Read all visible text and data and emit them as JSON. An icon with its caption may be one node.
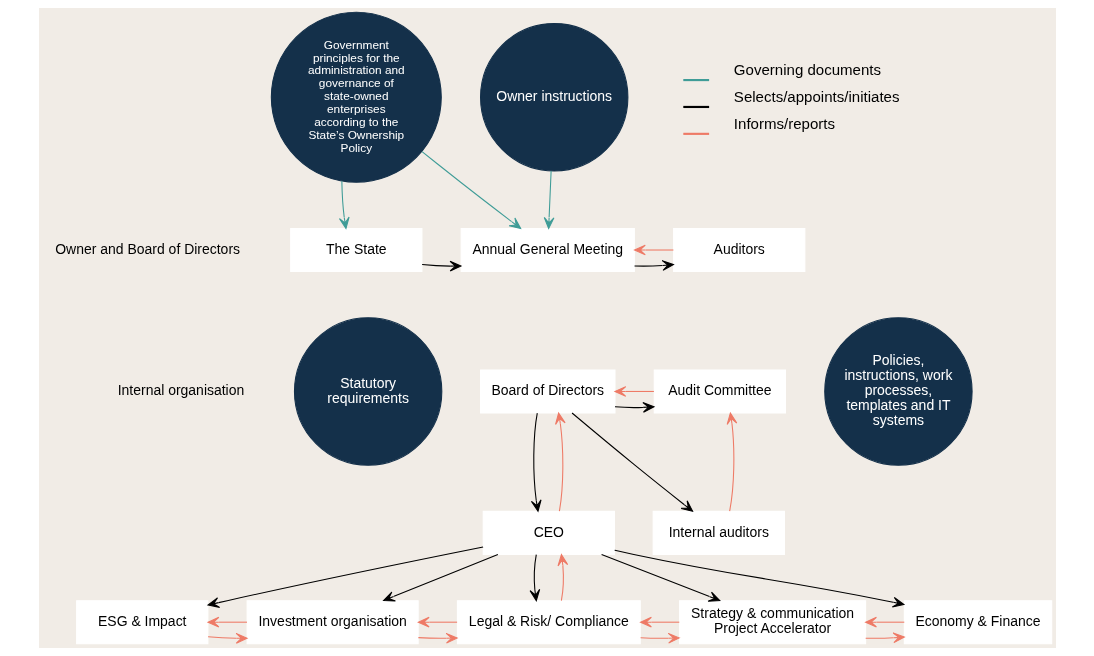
{
  "diagram": {
    "nodes": [
      {
        "text": [
          "Government principles for the administration and governance of state-owned enterprises according to the State’s Ownership Policy"
        ]
      },
      {
        "text": [
          "Owner instructions"
        ]
      },
      {
        "text": [
          "The State"
        ]
      },
      {
        "text": [
          "Annual General Meeting"
        ]
      },
      {
        "text": [
          "Auditors"
        ]
      },
      {
        "text": [
          "Board of Directors"
        ]
      },
      {
        "text": [
          "Audit Committee"
        ]
      },
      {
        "text": [
          "Statutory requirements"
        ]
      },
      {
        "text": [
          "Policies, instructions, work processes, templates and IT systems"
        ]
      },
      {
        "text": [
          "CEO"
        ]
      },
      {
        "text": [
          "Internal auditors"
        ]
      },
      {
        "text": [
          "ESG & Impact"
        ]
      },
      {
        "text": [
          "Investment organisation"
        ]
      },
      {
        "text": [
          "Legal & Risk/ Compliance"
        ]
      },
      {
        "text": [
          "Strategy & communication Project Accelerator"
        ]
      },
      {
        "text": [
          "Economy & Finance"
        ]
      }
    ],
    "edges": [
      {
        "from": 0,
        "to": 2,
        "arrow": "to",
        "color": "#3f9c97"
      },
      {
        "from": 0,
        "to": 3,
        "arrow": "to",
        "color": "#3f9c97"
      },
      {
        "from": 1,
        "to": 3,
        "arrow": "to",
        "color": "#3f9c97"
      },
      {
        "from": 2,
        "to": 3,
        "arrow": "to",
        "color": "#000000"
      },
      {
        "from": 3,
        "to": 4,
        "arrow": "to",
        "color": "#000000"
      },
      {
        "from": 4,
        "to": 3,
        "arrow": "to"
      },
      {
        "from": 5,
        "to": 6,
        "arrow": "to",
        "color": "#000000"
      },
      {
        "from": 6,
        "to": 5,
        "arrow": "to"
      },
      {
        "from": 5,
        "to": 9,
        "arrow": "to",
        "color": "#000000"
      },
      {
        "from": 9,
        "to": 5,
        "arrow": "to"
      },
      {
        "from": 5,
        "to": 10,
        "arrow": "to",
        "color": "#000000"
      },
      {
        "from": 10,
        "to": 6,
        "arrow": "to"
      },
      {
        "from": 9,
        "to": 11,
        "arrow": "to",
        "color": "#000000"
      },
      {
        "from": 9,
        "to": 12,
        "arrow": "to",
        "color": "#000000"
      },
      {
        "from": 9,
        "to": 13,
        "arrow": "to",
        "color": "#000000"
      },
      {
        "from": 9,
        "to": 14,
        "arrow": "to",
        "color": "#000000"
      },
      {
        "from": 9,
        "to": 15,
        "arrow": "to",
        "color": "#000000"
      },
      {
        "from": 13,
        "to": 9,
        "arrow": "to"
      },
      {
        "from": 11,
        "to": 12,
        "arrow": "to"
      },
      {
        "from": 12,
        "to": 11,
        "arrow": "to"
      },
      {
        "from": 12,
        "to": 13,
        "arrow": "to"
      },
      {
        "from": 13,
        "to": 12,
        "arrow": "to"
      },
      {
        "from": 13,
        "to": 14,
        "arrow": "to"
      },
      {
        "from": 14,
        "to": 13,
        "arrow": "to"
      },
      {
        "from": 14,
        "to": 15,
        "arrow": "to"
      },
      {
        "from": 15,
        "to": 14,
        "arrow": "to"
      }
    ],
    "labels": [
      "Owner and Board of Directors",
      "Internal organisation"
    ],
    "legend": [
      {
        "text": "Governing documents"
      },
      {
        "text": "Selects/appoints/initiates"
      },
      {
        "text": "Informs/reports"
      }
    ]
  }
}
